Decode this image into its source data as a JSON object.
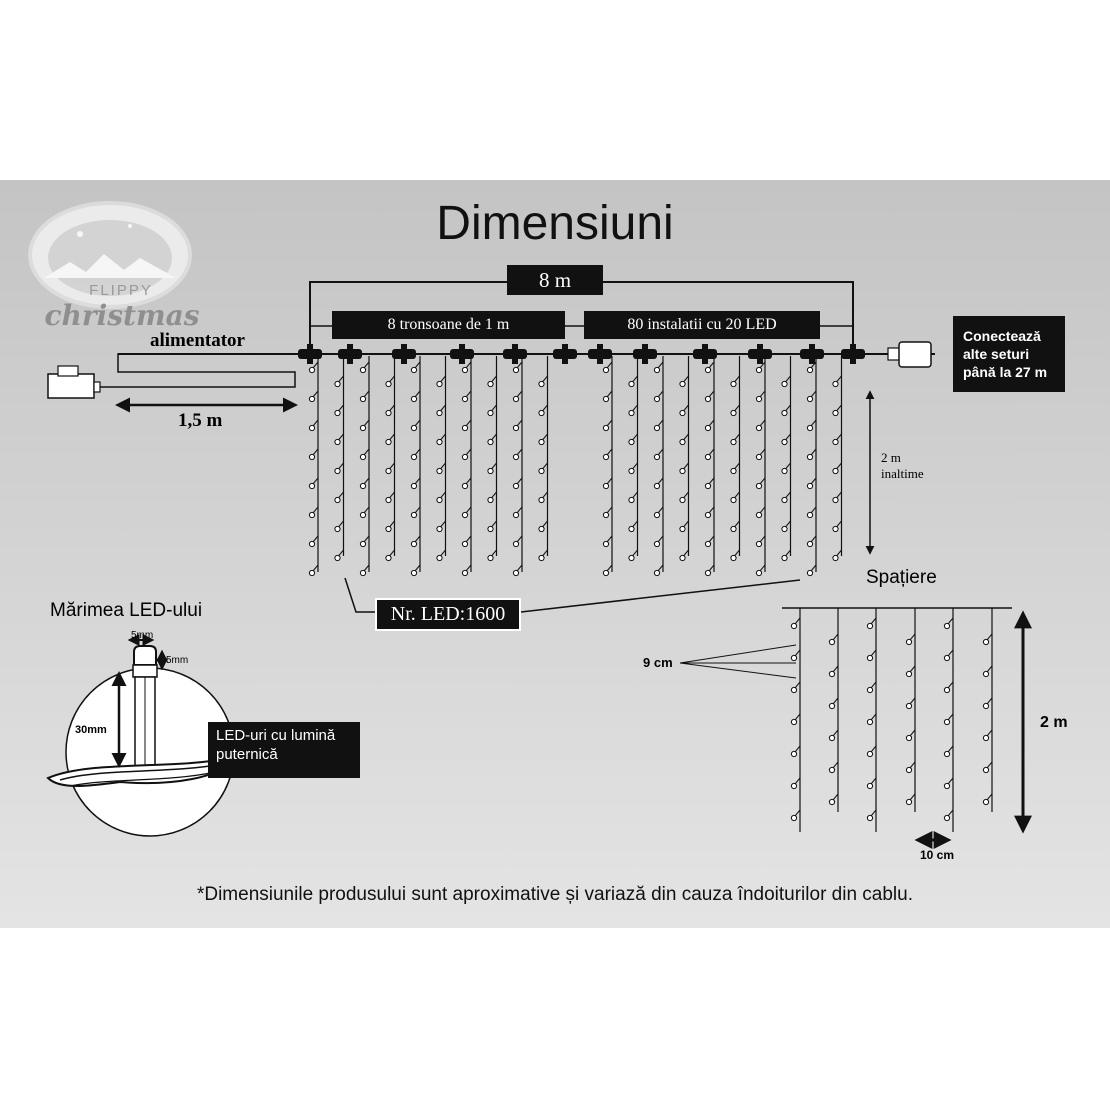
{
  "title": "Dimensiuni",
  "logo": {
    "top": "FLIPPY",
    "bottom": "christmas"
  },
  "labels": {
    "total_width": "8 m",
    "segments": "8 tronsoane de 1 m",
    "installs": "80 instalatii cu 20 LED",
    "power": "alimentator",
    "cable_length": "1,5 m",
    "connect": "Conectează\nalte seturi\npână la 27 m",
    "height": "2 m\ninaltime",
    "led_count": "Nr. LED:1600",
    "spacing": "Spațiere",
    "led_size": "Mărimea LED-ului",
    "led_w": "5mm",
    "led_h": "5mm",
    "led_len": "30mm",
    "led_bright": "LED-uri cu lumină\nputernică",
    "spacing_v": "9 cm",
    "spacing_height": "2 m",
    "spacing_h": "10 cm"
  },
  "footnote": "*Dimensiunile produsului sunt aproximative și variază din cauza îndoiturilor din cablu."
}
